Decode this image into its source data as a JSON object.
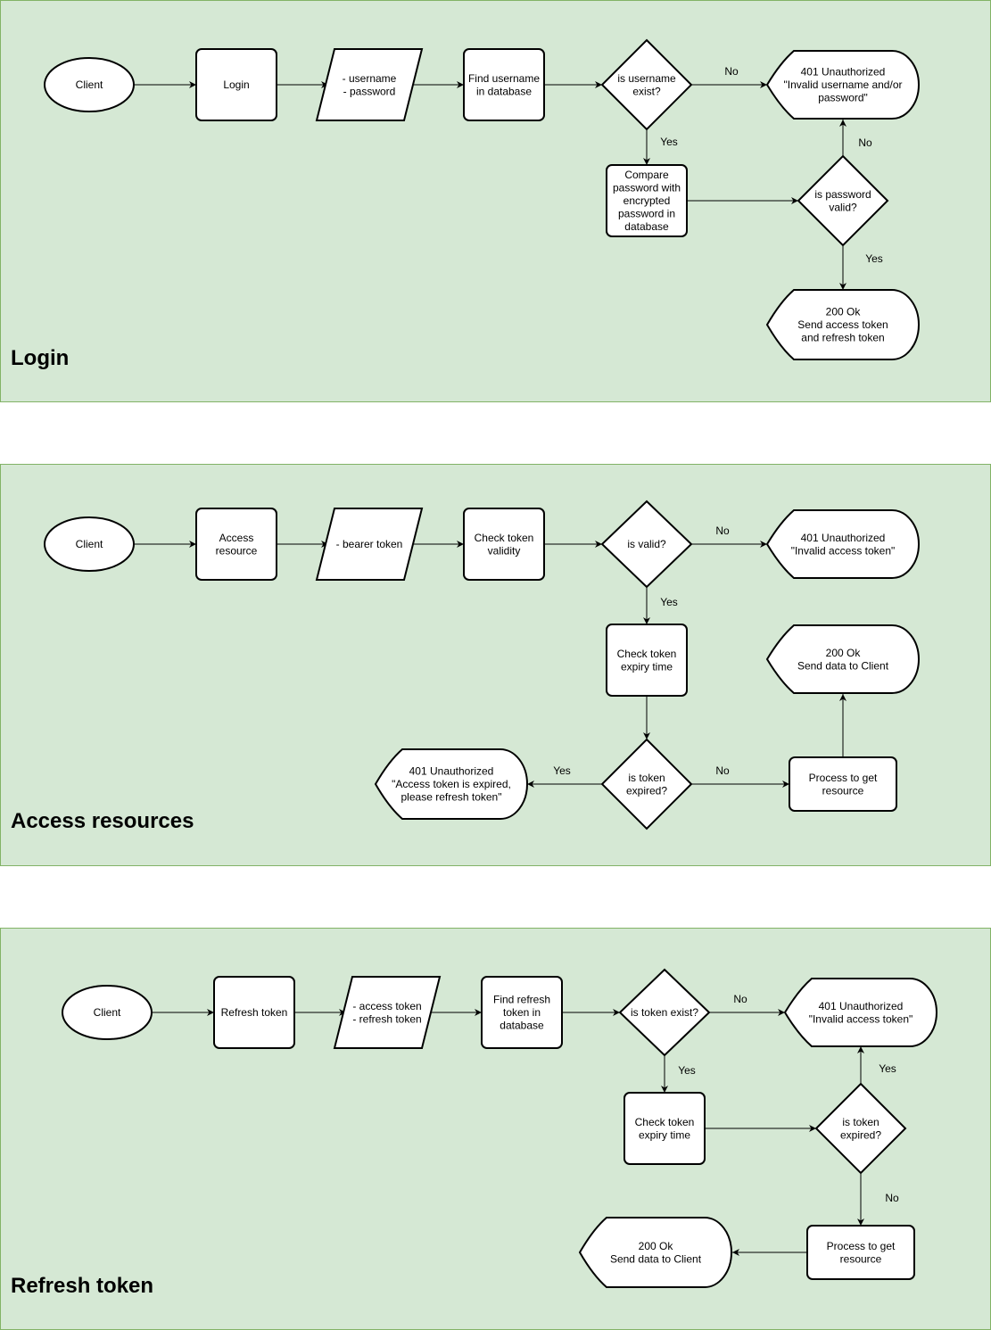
{
  "panels": {
    "login": {
      "title": "Login",
      "nodes": {
        "client": [
          "Client"
        ],
        "login": [
          "Login"
        ],
        "credentials": [
          "- username",
          "- password"
        ],
        "find_username": [
          "Find username",
          "in database"
        ],
        "username_exist": [
          "is username",
          "exist?"
        ],
        "unauthorized": [
          "401 Unauthorized",
          "\"Invalid username and/or",
          "password\""
        ],
        "compare_password": [
          "Compare",
          "password with",
          "encrypted",
          "password in",
          "database"
        ],
        "password_valid": [
          "is password",
          "valid?"
        ],
        "ok": [
          "200 Ok",
          "Send access token",
          "and refresh token"
        ]
      },
      "edges": {
        "username_no": "No",
        "username_yes": "Yes",
        "password_no": "No",
        "password_yes": "Yes"
      }
    },
    "access": {
      "title": "Access resources",
      "nodes": {
        "client": [
          "Client"
        ],
        "access_resource": [
          "Access",
          "resource"
        ],
        "bearer": [
          "- bearer token"
        ],
        "check_validity": [
          "Check token",
          "validity"
        ],
        "is_valid": [
          "is valid?"
        ],
        "unauthorized_invalid": [
          "401 Unauthorized",
          "\"Invalid access token\""
        ],
        "check_expiry": [
          "Check token",
          "expiry time"
        ],
        "ok": [
          "200 Ok",
          "Send data to Client"
        ],
        "is_expired": [
          "is token",
          "expired?"
        ],
        "unauthorized_expired": [
          "401 Unauthorized",
          "\"Access token is expired,",
          "please refresh token\""
        ],
        "process": [
          "Process to get",
          "resource"
        ]
      },
      "edges": {
        "valid_no": "No",
        "valid_yes": "Yes",
        "expired_yes": "Yes",
        "expired_no": "No"
      }
    },
    "refresh": {
      "title": "Refresh token",
      "nodes": {
        "client": [
          "Client"
        ],
        "refresh_token": [
          "Refresh token"
        ],
        "tokens": [
          "- access token",
          "- refresh token"
        ],
        "find_refresh": [
          "Find refresh",
          "token in",
          "database"
        ],
        "token_exist": [
          "is token exist?"
        ],
        "unauthorized": [
          "401 Unauthorized",
          "\"Invalid access token\""
        ],
        "check_expiry": [
          "Check token",
          "expiry time"
        ],
        "is_expired": [
          "is token",
          "expired?"
        ],
        "process": [
          "Process to get",
          "resource"
        ],
        "ok": [
          "200 Ok",
          "Send data to Client"
        ]
      },
      "edges": {
        "exist_no": "No",
        "exist_yes": "Yes",
        "expired_yes": "Yes",
        "expired_no": "No"
      }
    }
  }
}
